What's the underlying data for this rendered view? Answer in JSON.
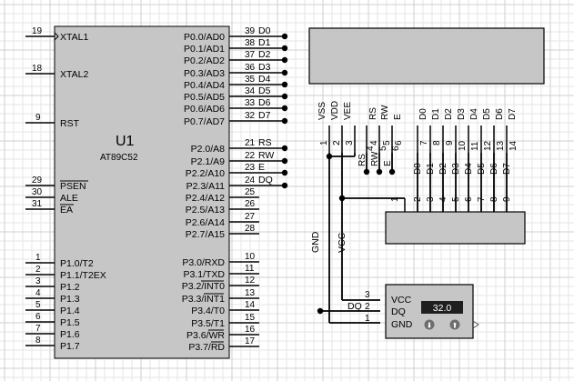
{
  "mcu": {
    "ref": "U1",
    "part": "AT89C52",
    "left_pins": [
      {
        "num": "19",
        "name": "XTAL1"
      },
      {
        "num": "18",
        "name": "XTAL2"
      },
      {
        "num": "9",
        "name": "RST"
      },
      {
        "num": "29",
        "name": "PSEN"
      },
      {
        "num": "30",
        "name": "ALE"
      },
      {
        "num": "31",
        "name": "EA"
      },
      {
        "num": "1",
        "name": "P1.0/T2"
      },
      {
        "num": "2",
        "name": "P1.1/T2EX"
      },
      {
        "num": "3",
        "name": "P1.2"
      },
      {
        "num": "4",
        "name": "P1.3"
      },
      {
        "num": "5",
        "name": "P1.4"
      },
      {
        "num": "6",
        "name": "P1.5"
      },
      {
        "num": "7",
        "name": "P1.6"
      },
      {
        "num": "8",
        "name": "P1.7"
      }
    ],
    "right_pins": [
      {
        "num": "39",
        "name": "P0.0/AD0",
        "net": "D0"
      },
      {
        "num": "38",
        "name": "P0.1/AD1",
        "net": "D1"
      },
      {
        "num": "37",
        "name": "P0.2/AD2",
        "net": "D2"
      },
      {
        "num": "36",
        "name": "P0.3/AD3",
        "net": "D3"
      },
      {
        "num": "35",
        "name": "P0.4/AD4",
        "net": "D4"
      },
      {
        "num": "34",
        "name": "P0.5/AD5",
        "net": "D5"
      },
      {
        "num": "33",
        "name": "P0.6/AD6",
        "net": "D6"
      },
      {
        "num": "32",
        "name": "P0.7/AD7",
        "net": "D7"
      },
      {
        "num": "21",
        "name": "P2.0/A8",
        "net": "RS"
      },
      {
        "num": "22",
        "name": "P2.1/A9",
        "net": "RW"
      },
      {
        "num": "23",
        "name": "P2.2/A10",
        "net": "E"
      },
      {
        "num": "24",
        "name": "P2.3/A11",
        "net": "DQ"
      },
      {
        "num": "25",
        "name": "P2.4/A12",
        "net": ""
      },
      {
        "num": "26",
        "name": "P2.5/A13",
        "net": ""
      },
      {
        "num": "27",
        "name": "P2.6/A14",
        "net": ""
      },
      {
        "num": "28",
        "name": "P2.7/A15",
        "net": ""
      },
      {
        "num": "10",
        "name": "P3.0/RXD",
        "net": ""
      },
      {
        "num": "11",
        "name": "P3.1/TXD",
        "net": ""
      },
      {
        "num": "12",
        "name": "P3.2/INT0",
        "net": ""
      },
      {
        "num": "13",
        "name": "P3.3/INT1",
        "net": ""
      },
      {
        "num": "14",
        "name": "P3.4/T0",
        "net": ""
      },
      {
        "num": "15",
        "name": "P3.5/T1",
        "net": ""
      },
      {
        "num": "16",
        "name": "P3.6/WR",
        "net": ""
      },
      {
        "num": "17",
        "name": "P3.7/RD",
        "net": ""
      }
    ]
  },
  "lcd": {
    "pins": [
      {
        "name": "VSS",
        "num": "1"
      },
      {
        "name": "VDD",
        "num": "2"
      },
      {
        "name": "VEE",
        "num": "3"
      },
      {
        "name": "RS",
        "num": "4"
      },
      {
        "name": "RW",
        "num": "5"
      },
      {
        "name": "E",
        "num": "6"
      },
      {
        "name": "D0",
        "num": "7"
      },
      {
        "name": "D1",
        "num": "8"
      },
      {
        "name": "D2",
        "num": "9"
      },
      {
        "name": "D3",
        "num": "10"
      },
      {
        "name": "D4",
        "num": "11"
      },
      {
        "name": "D5",
        "num": "12"
      },
      {
        "name": "D6",
        "num": "13"
      },
      {
        "name": "D7",
        "num": "14"
      }
    ],
    "ctrl_nets": [
      "RS",
      "RW",
      "E"
    ],
    "ctrl_nums": [
      "4",
      "5",
      "6"
    ],
    "data_nets": [
      "D0",
      "D1",
      "D2",
      "D3",
      "D4",
      "D5",
      "D6",
      "D7"
    ]
  },
  "resistor_pack": {
    "pin_nums": [
      "1",
      "2",
      "3",
      "4",
      "5",
      "6",
      "7",
      "8",
      "9"
    ]
  },
  "sensor": {
    "pins": [
      {
        "num": "3",
        "name": "VCC"
      },
      {
        "num": "2",
        "name": "DQ"
      },
      {
        "num": "1",
        "name": "GND"
      }
    ],
    "net_dq": "DQ",
    "reading": "32.0",
    "down_glyph": "⬇",
    "up_glyph": "⬆"
  },
  "nets": {
    "gnd": "GND",
    "vcc": "VCC"
  },
  "colors": {
    "chip_fill": "#c6c6c6",
    "grid_minor": "#e6e6e6",
    "grid_major": "#cfcfcf",
    "display_bg": "#1f1f1f",
    "display_text": "#ffffff"
  }
}
